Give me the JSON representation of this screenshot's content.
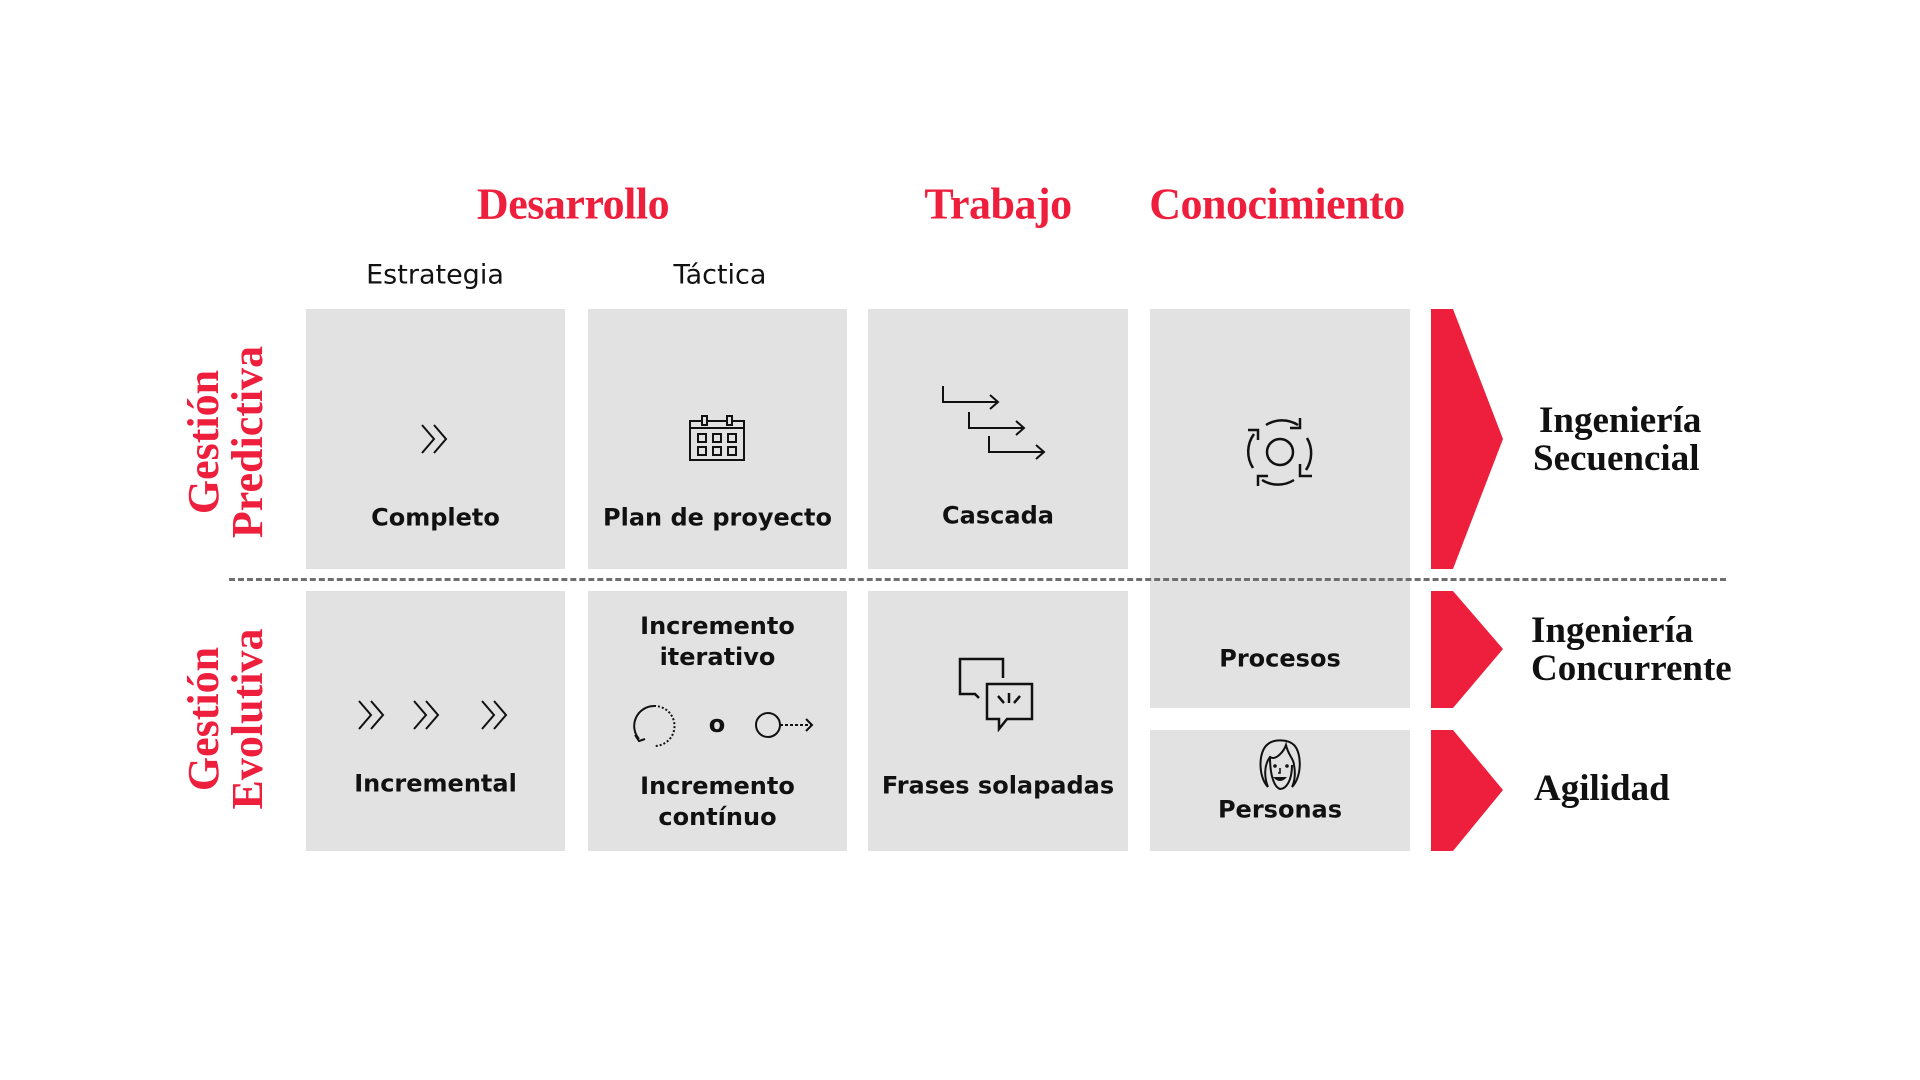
{
  "columns": {
    "desarrollo": "Desarrollo",
    "trabajo": "Trabajo",
    "conocimiento": "Conocimiento",
    "estrategia": "Estrategia",
    "tactica": "Táctica"
  },
  "rows": {
    "predictiva": {
      "line1": "Gestión",
      "line2": "Predictiva"
    },
    "evolutiva": {
      "line1": "Gestión",
      "line2": "Evolutiva"
    }
  },
  "cells": {
    "completo": {
      "label": "Completo",
      "icon": "double-chevron-icon"
    },
    "plan": {
      "label": "Plan de proyecto",
      "icon": "calendar-icon"
    },
    "cascada": {
      "label": "Cascada",
      "icon": "waterfall-arrows-icon"
    },
    "conocimiento": {
      "icon": "cycle-arrows-icon"
    },
    "incremental": {
      "label": "Incremental",
      "icon": "triple-double-chevron-icon"
    },
    "incremento": {
      "top_line1": "Incremento",
      "top_line2": "iterativo",
      "connector": "o",
      "bottom_line1": "Incremento",
      "bottom_line2": "contínuo",
      "icons": [
        "iterative-loop-icon",
        "continuous-arrow-icon"
      ]
    },
    "frases": {
      "label": "Frases solapadas",
      "icon": "overlapping-speech-bubbles-icon"
    },
    "procesos": {
      "label": "Procesos"
    },
    "personas": {
      "label": "Personas",
      "icon": "person-face-icon"
    }
  },
  "results": {
    "secuencial": {
      "line1": "Ingeniería",
      "line2": "Secuencial"
    },
    "concurrente": {
      "line1": "Ingeniería",
      "line2": "Concurrente"
    },
    "agilidad": {
      "line1": "Agilidad"
    }
  },
  "colors": {
    "accent": "#ee1f3d",
    "box": "#e2e2e2",
    "divider": "#6e6e6e",
    "text": "#111111"
  }
}
